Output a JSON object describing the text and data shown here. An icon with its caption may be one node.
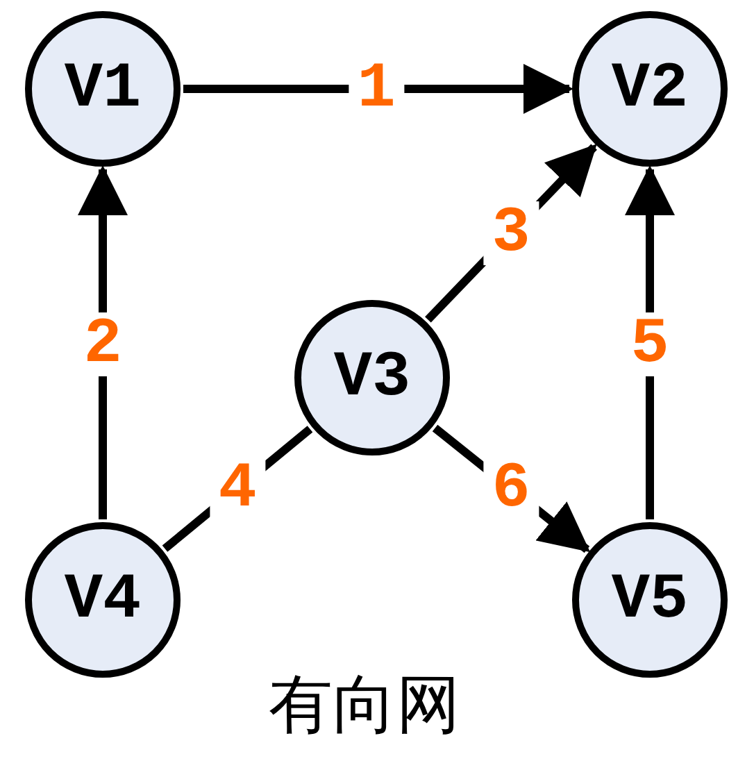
{
  "diagram": {
    "caption": "有向网",
    "nodes": [
      {
        "text": [
          "V1"
        ]
      },
      {
        "text": [
          "V2"
        ]
      },
      {
        "text": [
          "V3"
        ]
      },
      {
        "text": [
          "V4"
        ]
      },
      {
        "text": [
          "V5"
        ]
      }
    ],
    "edges": [
      {
        "from": 0,
        "to": 1,
        "arrow": "to",
        "label": "1"
      },
      {
        "from": 3,
        "to": 0,
        "arrow": "to",
        "label": "2"
      },
      {
        "from": 2,
        "to": 1,
        "arrow": "to",
        "label": "3"
      },
      {
        "from": 3,
        "to": 2,
        "arrow": "none",
        "label": "4"
      },
      {
        "from": 4,
        "to": 1,
        "arrow": "to",
        "label": "5"
      },
      {
        "from": 2,
        "to": 4,
        "arrow": "to",
        "label": "6"
      }
    ]
  }
}
